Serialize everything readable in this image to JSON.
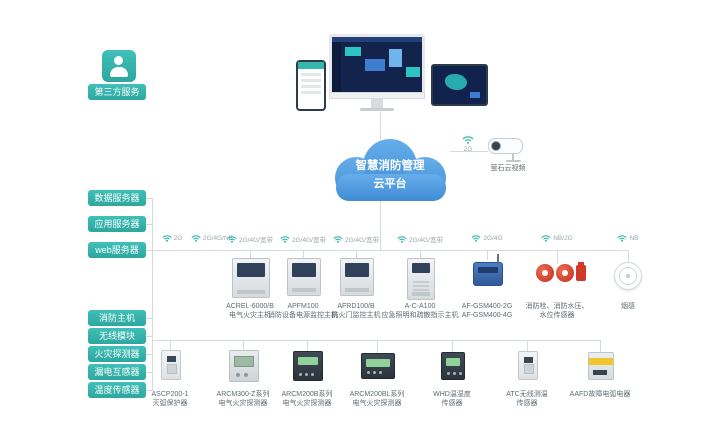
{
  "colors": {
    "teal": "#35b6ae",
    "cloud_top": "#66aeea",
    "cloud_bottom": "#3f8cd6",
    "alert_red": "#d9402e",
    "line": "#d2dbe0",
    "caption_text": "#5f6b70"
  },
  "third_party": {
    "label": "第三方服务"
  },
  "cloud": {
    "line1": "智慧消防管理",
    "line2": "云平台"
  },
  "camera": {
    "signal": "2G",
    "label": "萤石云视频"
  },
  "servers": [
    {
      "label": "数据服务器"
    },
    {
      "label": "应用服务器"
    },
    {
      "label": "web服务器"
    }
  ],
  "terminals": [
    {
      "label": "消防主机"
    },
    {
      "label": "无线模块"
    },
    {
      "label": "火灾探测器"
    },
    {
      "label": "漏电互感器"
    },
    {
      "label": "温度传感器"
    }
  ],
  "connections": [
    {
      "label": "2G"
    },
    {
      "label": "2G/4G/NB"
    },
    {
      "label": "2G/4G/宽带"
    },
    {
      "label": "2G/4G/宽带"
    },
    {
      "label": "2G/4G/宽带"
    },
    {
      "label": "2G/4G/宽带"
    },
    {
      "label": "2G/4G"
    },
    {
      "label": "NB/2G"
    },
    {
      "label": "NB"
    }
  ],
  "mid_devices": [
    {
      "line1": "ACREL-6000/B",
      "line2": "电气火灾主机"
    },
    {
      "line1": "APFM100",
      "line2": "消防设备电源监控主机"
    },
    {
      "line1": "AFRD100/B",
      "line2": "防火门监控主机"
    },
    {
      "line1": "A-C-A100",
      "line2": "应急照明和疏散指示主机"
    },
    {
      "line1": "AF-GSM400-2G",
      "line2": "AF-GSM400-4G"
    },
    {
      "line1": "消防栓、消防水压、",
      "line2": "水位传感器"
    },
    {
      "line1": "烟感",
      "line2": ""
    }
  ],
  "bottom_devices": [
    {
      "line1": "ASCP200-1",
      "line2": "灭弧保护器"
    },
    {
      "line1": "ARCM300-Z系列",
      "line2": "电气火灾探测器"
    },
    {
      "line1": "ARCM200B系列",
      "line2": "电气火灾探测器"
    },
    {
      "line1": "ARCM200BL系列",
      "line2": "电气火灾探测器"
    },
    {
      "line1": "WHD温湿度",
      "line2": "传感器"
    },
    {
      "line1": "ATC无线测温",
      "line2": "传感器"
    },
    {
      "line1": "AAFD故障电弧电器",
      "line2": ""
    }
  ]
}
